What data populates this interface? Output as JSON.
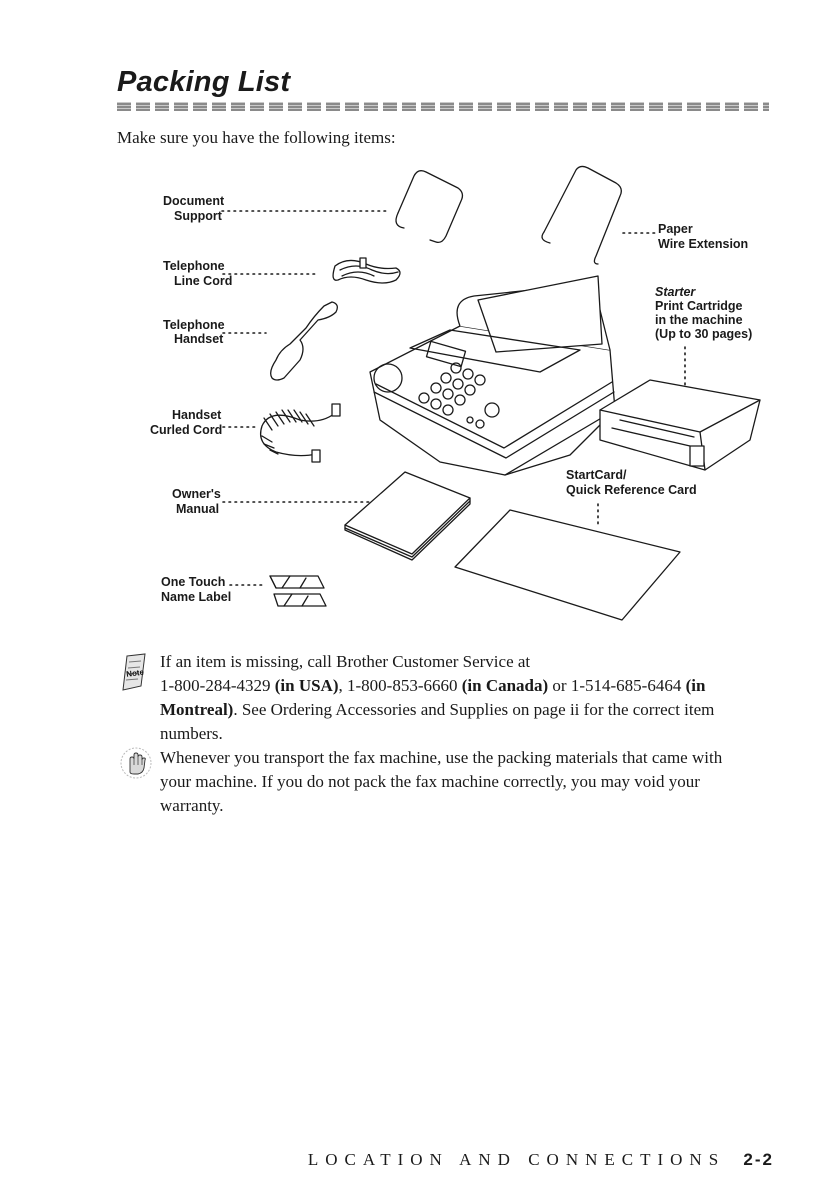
{
  "page": {
    "title": "Packing List",
    "intro": "Make sure you have the following items:"
  },
  "items": {
    "document_support": [
      "Document",
      "Support"
    ],
    "paper_wire_extension": [
      "Paper",
      "Wire Extension"
    ],
    "telephone_line_cord": [
      "Telephone",
      "Line Cord"
    ],
    "starter_cartridge": [
      "Starter",
      "Print Cartridge",
      "in the machine",
      "(Up to 30 pages)"
    ],
    "telephone_handset": [
      "Telephone",
      "Handset"
    ],
    "handset_curled_cord": [
      "Handset",
      "Curled Cord"
    ],
    "startcard": [
      "StartCard/",
      "Quick Reference Card"
    ],
    "owners_manual": [
      "Owner's",
      "Manual"
    ],
    "one_touch_label": [
      "One Touch",
      "Name Label"
    ]
  },
  "note": {
    "icon": "note-icon",
    "line1": "If an item is missing, call Brother Customer Service at",
    "line2_a": "1-800-284-4329 ",
    "line2_b": "(in USA)",
    "line2_c": ", 1-800-853-6660 ",
    "line2_d": "(in Canada)",
    "line2_e": " or 1-514-685-6464 ",
    "line2_f": "(in",
    "line3_a": "Montreal)",
    "line3_b": ". See Ordering Accessories and Supplies on page ii for the correct item",
    "line4": "numbers."
  },
  "caution": {
    "icon": "caution-hand-icon",
    "line1": "Whenever you transport the fax machine, use the packing materials that came with",
    "line2": "your machine. If you do not pack the fax machine correctly, you may void your",
    "line3": "warranty."
  },
  "footer": {
    "section": "LOCATION AND CONNECTIONS",
    "page": "2-2"
  }
}
